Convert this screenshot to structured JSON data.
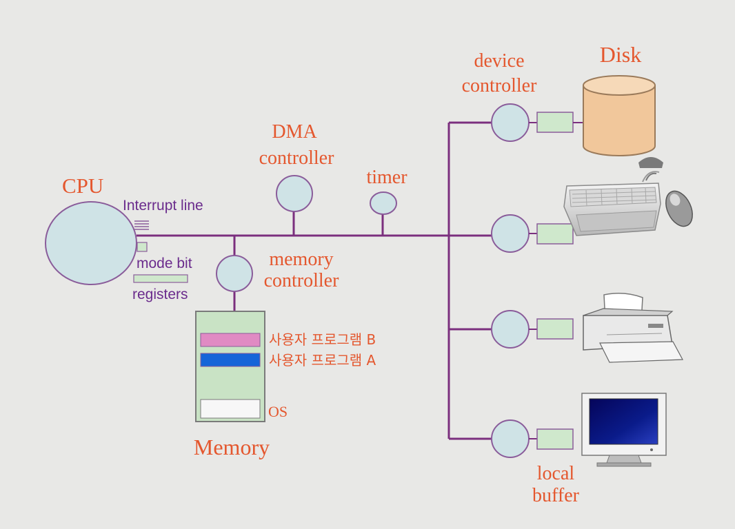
{
  "labels": {
    "cpu": "CPU",
    "interrupt_line": "Interrupt line",
    "mode_bit": "mode bit",
    "registers": "registers",
    "dma_line1": "DMA",
    "dma_line2": "controller",
    "timer": "timer",
    "memctl_line1": "memory",
    "memctl_line2": "controller",
    "memory": "Memory",
    "user_program_b": "사용자 프로그램 B",
    "user_program_a": "사용자 프로그램 A",
    "os": "OS",
    "device_line1": "device",
    "device_line2": "controller",
    "disk": "Disk",
    "local_line1": "local",
    "local_line2": "buffer"
  },
  "colors": {
    "bus": "#7b2f7e",
    "controller_fill": "#cfe3e6",
    "controller_stroke": "#8a5c9a",
    "buffer_fill": "#cfe8cc",
    "orange_text": "#e4572e",
    "purple_text": "#6a2b8c",
    "memory_fill": "#c9e3c5",
    "program_b": "#e08ac3",
    "program_a": "#1565d8",
    "disk_body": "#f1c79b"
  },
  "icons": {
    "disk": "disk-cylinder-icon",
    "keyboard": "keyboard-icon",
    "mouse": "mouse-icon",
    "printer": "printer-icon",
    "monitor": "monitor-icon"
  }
}
